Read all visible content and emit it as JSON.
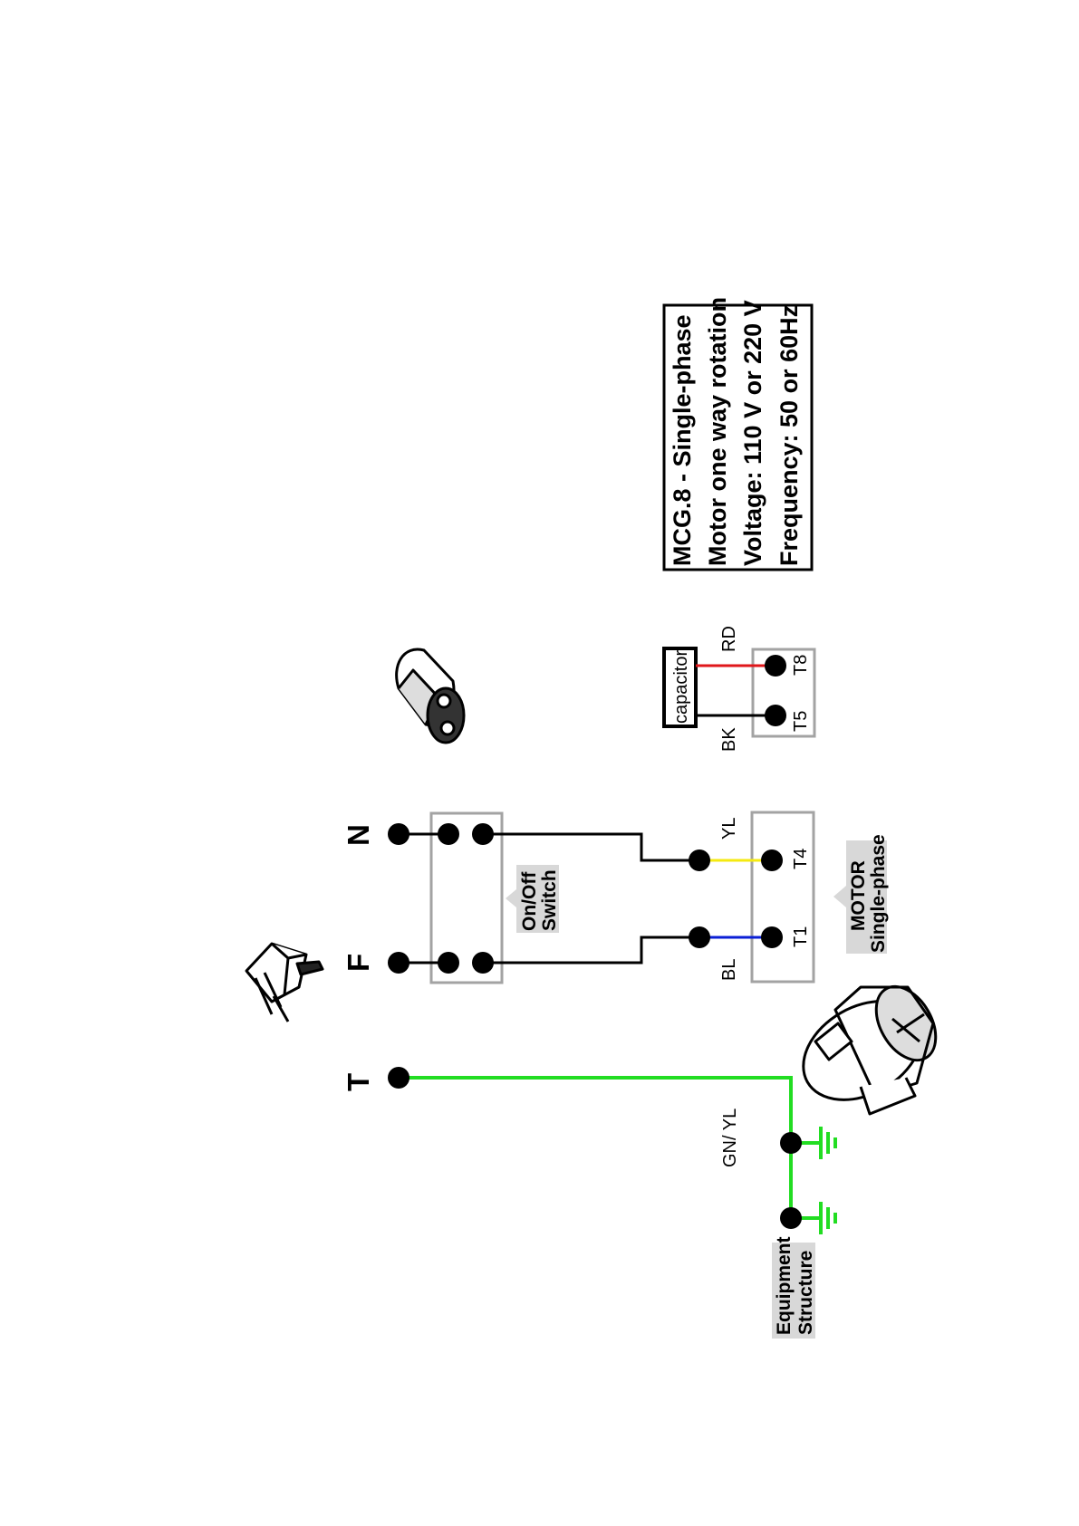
{
  "info_box": {
    "line1": "MCG.8 - Single-phase",
    "line2": "Motor one way rotation",
    "line3": "Voltage: 110 V or 220 V",
    "line4": "Frequency: 50 or 60Hz"
  },
  "supply_terminals": {
    "neutral": "N",
    "phase": "F",
    "earth": "T"
  },
  "switch": {
    "line1": "On/Off",
    "line2": "Switch"
  },
  "motor": {
    "line1": "MOTOR",
    "line2": "Single-phase",
    "terminals": {
      "t1": "T1",
      "t4": "T4",
      "t5": "T5",
      "t8": "T8"
    }
  },
  "capacitor": {
    "label": "capacitor"
  },
  "wires": {
    "yellow": "YL",
    "blue": "BL",
    "red": "RD",
    "black": "BK",
    "earth": "GN/ YL"
  },
  "equipment": {
    "line1": "Equipment",
    "line2": "Structure"
  },
  "colors": {
    "black_wire": "#000000",
    "earth_wire": "#22dd22",
    "blue_wire": "#0a1fd6",
    "yellow_wire": "#f5ea10",
    "red_wire": "#e0161a",
    "box_stroke": "#a3a3a3",
    "tag_fill": "#d8d8d8"
  },
  "icons": [
    "plug-icon",
    "socket-icon",
    "motor-icon",
    "ground-icon"
  ]
}
